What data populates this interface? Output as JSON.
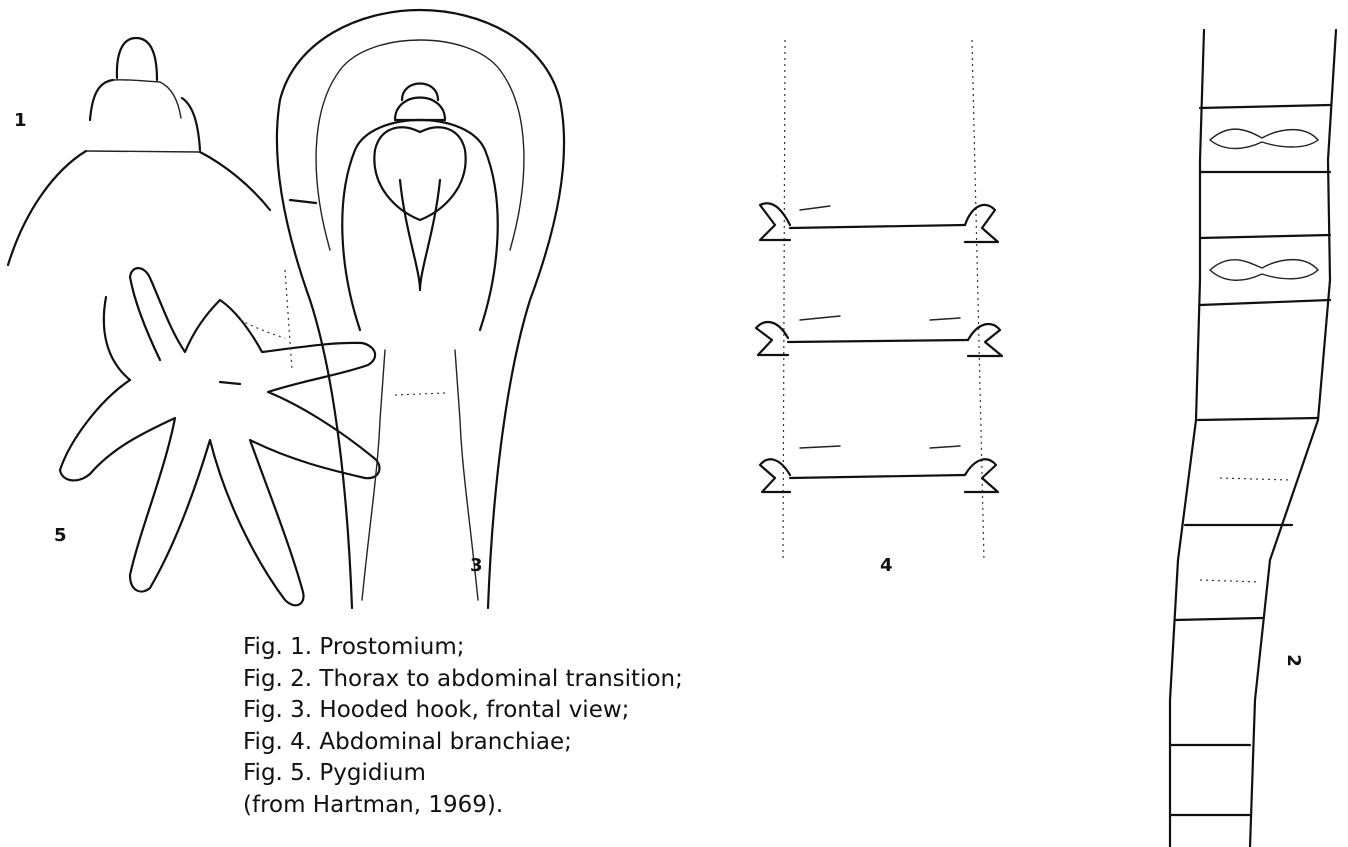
{
  "figure_numbers": {
    "fig1": "1",
    "fig2": "2",
    "fig3": "3",
    "fig4": "4",
    "fig5": "5"
  },
  "caption": {
    "line1": "Fig. 1. Prostomium;",
    "line2": "Fig. 2. Thorax to abdominal transition;",
    "line3": "Fig. 3. Hooded hook, frontal view;",
    "line4": "Fig. 4. Abdominal branchiae;",
    "line5": "Fig. 5. Pygidium",
    "line6": "(from Hartman, 1969)."
  }
}
